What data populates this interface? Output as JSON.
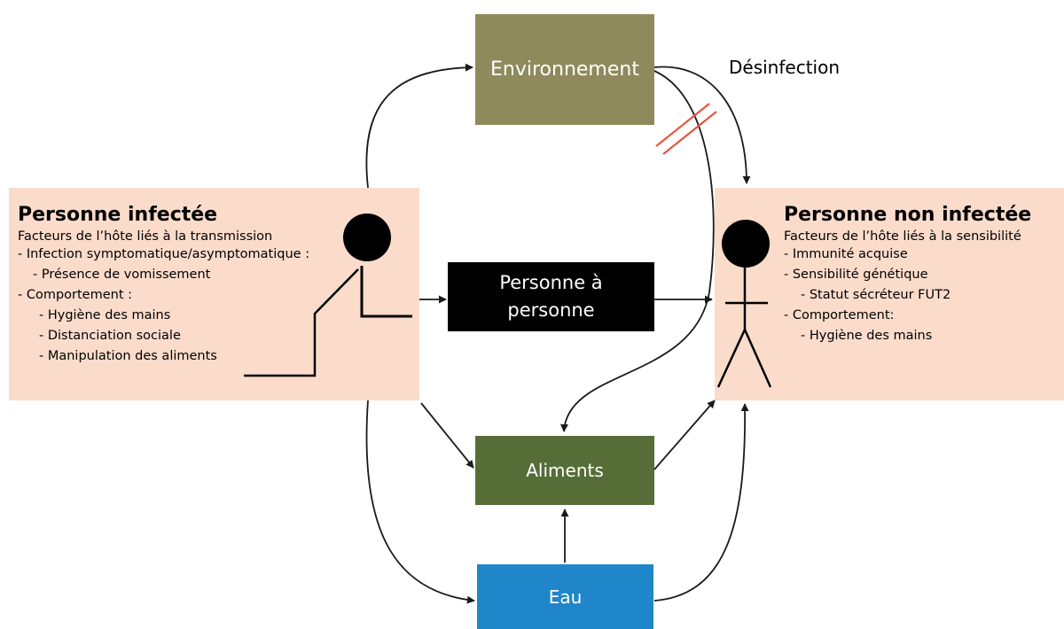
{
  "colors": {
    "environment": "#8E8A5C",
    "person_to_person": "#000000",
    "food": "#566D37",
    "water": "#1E86C9",
    "host_panel": "#FBDCCB",
    "connector": "#1a1a1a",
    "disinfection_mark": "#E8553E"
  },
  "nodes": {
    "environment": "Environnement",
    "person_to_person": "Personne à\npersonne",
    "food": "Aliments",
    "water": "Eau"
  },
  "infected": {
    "title": "Personne infectée",
    "subtitle": "Facteurs de l’hôte liés à la transmission",
    "factors": [
      {
        "text": "- Infection symptomatique/asymptomatique :",
        "level": 1
      },
      {
        "text": "- Présence de vomissement",
        "level": 2
      },
      {
        "text": "- Comportement :",
        "level": 1
      },
      {
        "text": "- Hygiène des mains",
        "level": 3
      },
      {
        "text": "- Distanciation sociale",
        "level": 3
      },
      {
        "text": "- Manipulation des aliments",
        "level": 3
      }
    ]
  },
  "uninfected": {
    "title": "Personne non infectée",
    "subtitle": "Facteurs de l’hôte liés à la sensibilité",
    "factors": [
      {
        "text": "- Immunité acquise",
        "level": 1
      },
      {
        "text": "- Sensibilité génétique",
        "level": 1
      },
      {
        "text": "- Statut sécréteur FUT2",
        "level": 2
      },
      {
        "text": "- Comportement:",
        "level": 1
      },
      {
        "text": "- Hygiène des mains",
        "level": 2
      }
    ]
  },
  "disinfection_label": "Désinfection",
  "icons": {
    "infected_figure": "falling-person-icon",
    "uninfected_figure": "standing-person-icon",
    "disinfection_mark": "double-slash-barrier-icon"
  }
}
